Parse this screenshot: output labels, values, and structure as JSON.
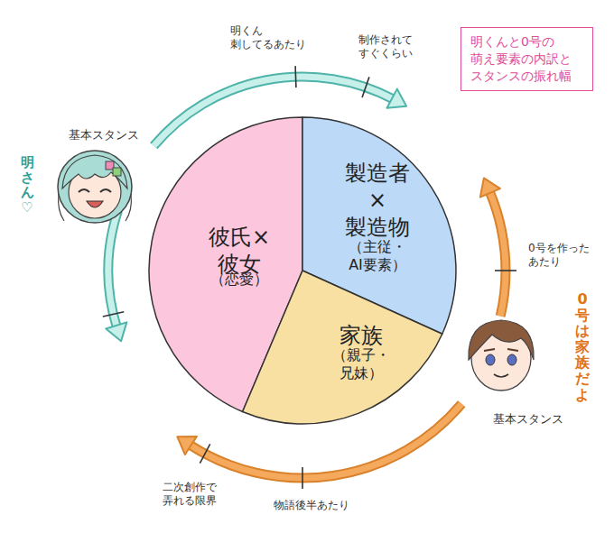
{
  "diagram": {
    "title": "明くんと0号の 萌え要素の内訳と スタンスの振れ幅",
    "nodes": [
      {
        "text": [
          "彼氏×彼女",
          "（恋愛）"
        ]
      },
      {
        "text": [
          "製造者 × 製造物",
          "（主従・AI要素）"
        ]
      },
      {
        "text": [
          "家族",
          "（親子・兄妹）"
        ]
      }
    ],
    "labels": [
      "明くん 刺してるあたり",
      "制作されて すぐくらい",
      "基本スタンス",
      "明さん♡",
      "0号を作った あたり",
      "0号は家族だよ",
      "基本スタンス",
      "物語後半あたり",
      "二次創作で 弄れる限界"
    ]
  }
}
